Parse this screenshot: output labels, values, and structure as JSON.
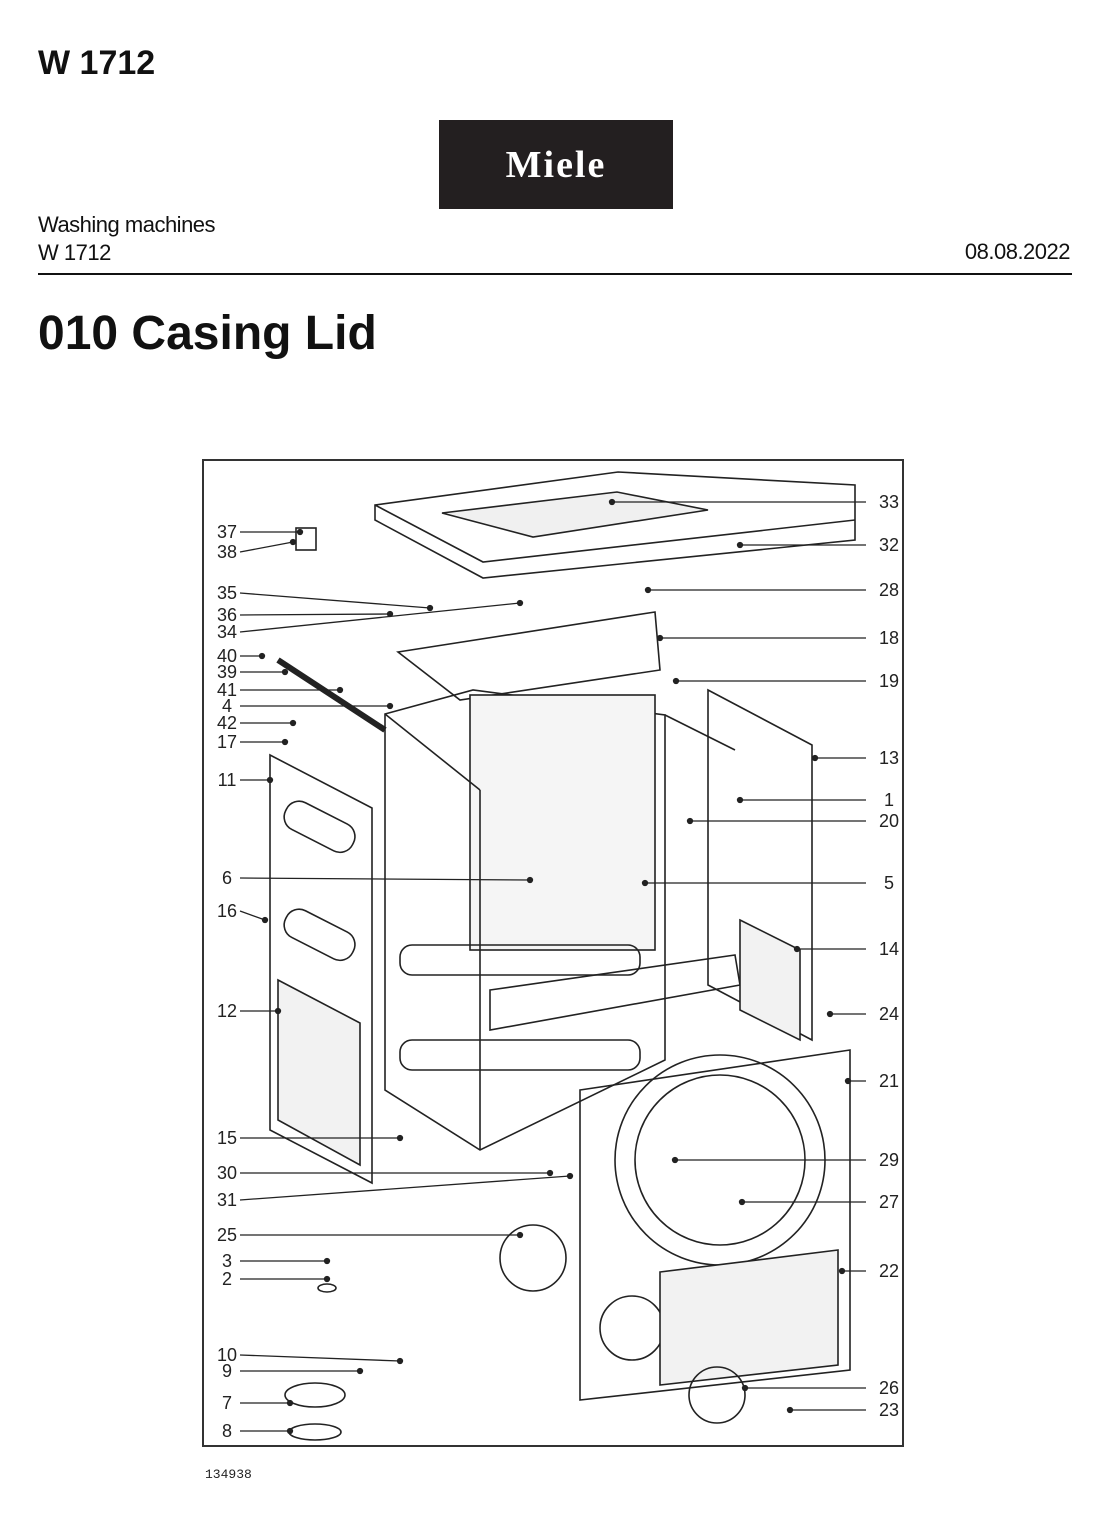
{
  "header": {
    "model": "W 1712",
    "logo_text": "Miele",
    "category": "Washing machines",
    "model_line": "W 1712",
    "date": "08.08.2022",
    "section_title": "010 Casing Lid"
  },
  "diagram": {
    "drawing_number": "134938",
    "callouts_left": [
      "37",
      "38",
      "35",
      "36",
      "34",
      "40",
      "39",
      "41",
      "4",
      "42",
      "17",
      "11",
      "6",
      "16",
      "12",
      "15",
      "30",
      "31",
      "25",
      "3",
      "2",
      "10",
      "9",
      "7",
      "8"
    ],
    "callouts_right": [
      "33",
      "32",
      "28",
      "18",
      "19",
      "13",
      "1",
      "20",
      "5",
      "14",
      "24",
      "21",
      "29",
      "27",
      "22",
      "26",
      "23"
    ]
  },
  "colors": {
    "logo_bg": "#231f20",
    "line": "#222222"
  }
}
